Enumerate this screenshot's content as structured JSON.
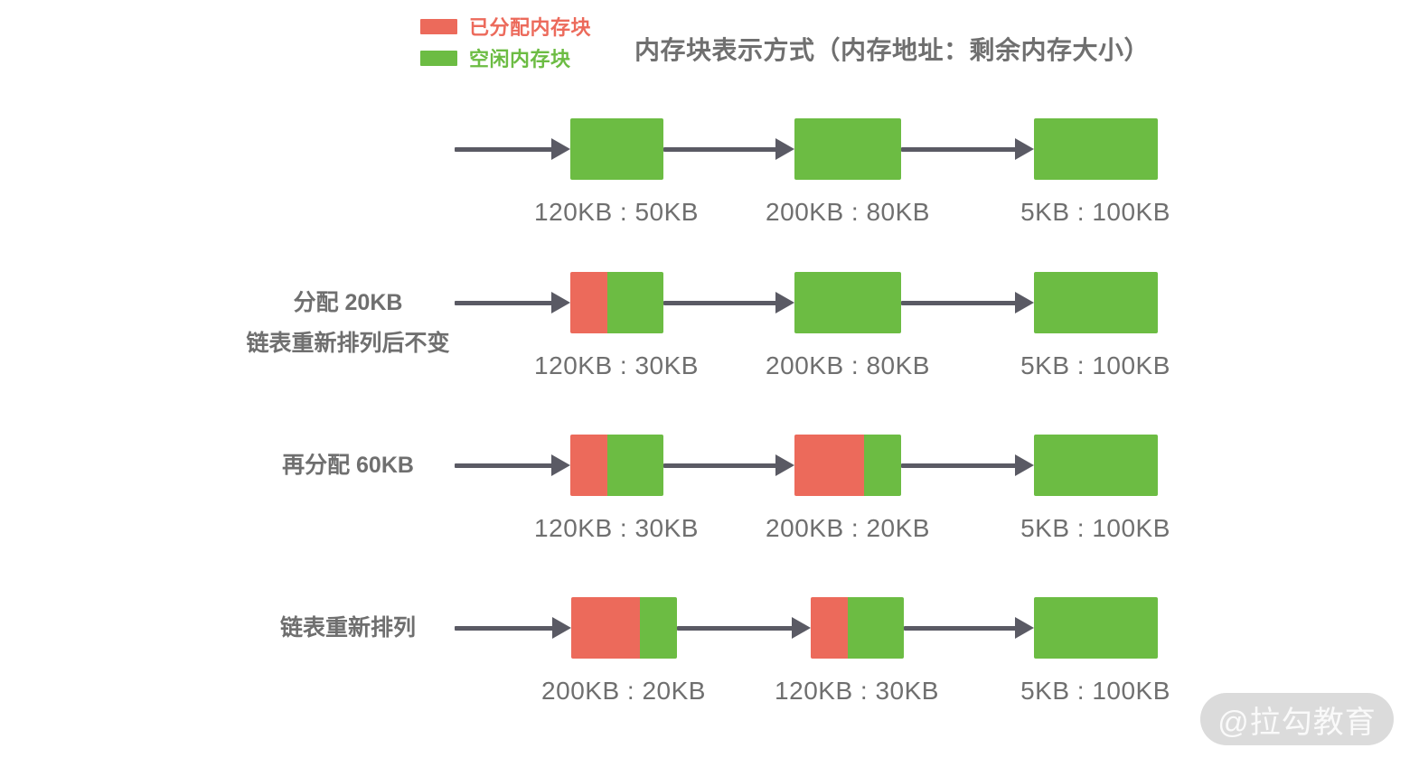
{
  "colors": {
    "allocated": "#EC6A5B",
    "free": "#6CBC43",
    "arrow": "#5A5A64",
    "text": "#6F6F6F",
    "watermark_bg": "#DBDBDB",
    "watermark_text": "#FAFAFA"
  },
  "legend": {
    "items": [
      {
        "name": "allocated",
        "label": "已分配内存块",
        "color": "#EC6A5B"
      },
      {
        "name": "free",
        "label": "空闲内存块",
        "color": "#6CBC43"
      }
    ]
  },
  "title": "内存块表示方式（内存地址：剩余内存大小）",
  "rows": [
    {
      "label_lines": [],
      "blocks": [
        {
          "label": "120KB : 50KB",
          "allocated_pct": 0,
          "width": 103
        },
        {
          "label": "200KB : 80KB",
          "allocated_pct": 0,
          "width": 118
        },
        {
          "label": "5KB : 100KB",
          "allocated_pct": 0,
          "width": 137
        }
      ]
    },
    {
      "label_lines": [
        "分配 20KB",
        "链表重新排列后不变"
      ],
      "blocks": [
        {
          "label": "120KB : 30KB",
          "allocated_pct": 40,
          "width": 103
        },
        {
          "label": "200KB : 80KB",
          "allocated_pct": 0,
          "width": 118
        },
        {
          "label": "5KB : 100KB",
          "allocated_pct": 0,
          "width": 137
        }
      ]
    },
    {
      "label_lines": [
        "再分配 60KB"
      ],
      "blocks": [
        {
          "label": "120KB : 30KB",
          "allocated_pct": 40,
          "width": 103
        },
        {
          "label": "200KB : 20KB",
          "allocated_pct": 65,
          "width": 118
        },
        {
          "label": "5KB : 100KB",
          "allocated_pct": 0,
          "width": 137
        }
      ]
    },
    {
      "label_lines": [
        "链表重新排列"
      ],
      "blocks": [
        {
          "label": "200KB : 20KB",
          "allocated_pct": 65,
          "width": 117
        },
        {
          "label": "120KB : 30KB",
          "allocated_pct": 40,
          "width": 103
        },
        {
          "label": "5KB : 100KB",
          "allocated_pct": 0,
          "width": 137
        }
      ]
    }
  ],
  "watermark": "@拉勾教育"
}
